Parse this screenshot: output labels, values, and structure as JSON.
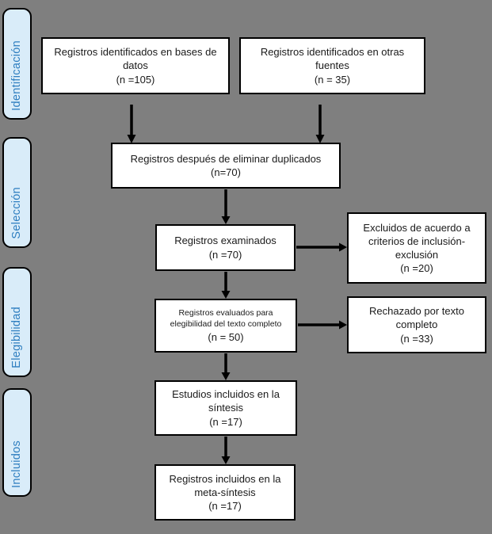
{
  "colors": {
    "background": "#7f7f7f",
    "box_bg": "#ffffff",
    "box_border": "#000000",
    "pill_fill": "#d9ecf9",
    "pill_text": "#2e7ec0",
    "text": "#1a1a1a"
  },
  "sidebar": {
    "stages": [
      {
        "label": "Identificación"
      },
      {
        "label": "Selección"
      },
      {
        "label": "Elegibilidad"
      },
      {
        "label": "Incluidos"
      }
    ]
  },
  "flow": {
    "identified_databases": {
      "text": "Registros identificados en bases de\ndatos",
      "n": "(n =105)"
    },
    "identified_other": {
      "text": "Registros identificados en otras\nfuentes",
      "n": "(n = 35)"
    },
    "after_duplicates": {
      "text": "Registros después de eliminar duplicados",
      "n": "(n=70)"
    },
    "screened": {
      "text": "Registros examinados",
      "n": "(n =70)"
    },
    "excluded_criteria": {
      "text": "Excluidos de acuerdo a\ncriterios de inclusión-\nexclusión",
      "n": "(n =20)"
    },
    "fulltext_assessed": {
      "text": "Registros evaluados para\nelegibilidad del texto completo",
      "n": "(n = 50)"
    },
    "fulltext_rejected": {
      "text": "Rechazado por texto\ncompleto",
      "n": "(n =33)"
    },
    "included_synthesis": {
      "text": "Estudios incluidos en la\nsíntesis",
      "n": "(n =17)"
    },
    "included_metasynthesis": {
      "text": "Registros incluidos en la\nmeta-síntesis",
      "n": "(n =17)"
    }
  }
}
